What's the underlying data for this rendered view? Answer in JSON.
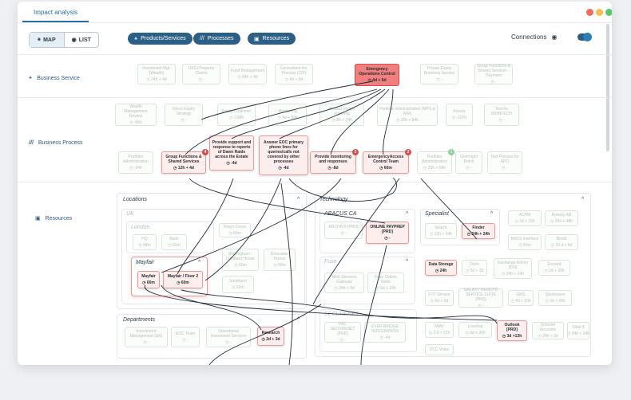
{
  "tab": "Impact analysis",
  "view": {
    "map": "MAP",
    "list": "LIST"
  },
  "filters": [
    "Products/Services",
    "Processes",
    "Resources"
  ],
  "connections": "Connections",
  "rows": {
    "service": "Business Service",
    "process": "Business Process",
    "resources": "Resources"
  },
  "services": [
    {
      "t": "Investment Mgt. (Wealth)",
      "m": "24h + 4d"
    },
    {
      "t": "UKGI Property Claims",
      "m": "-"
    },
    {
      "t": "Fund Management",
      "m": "84h + 4d"
    },
    {
      "t": "Centralised Inv. Process (CIP)",
      "m": "4d + 6d"
    },
    {
      "t": "Emergency Operations Control",
      "m": "4d + 6d"
    },
    {
      "t": "Private Equity Business Service",
      "m": "-"
    },
    {
      "t": "Group Functions & Shared Services - Payment",
      "m": "-"
    }
  ],
  "processes_top": [
    {
      "t": "Wealth Management Review",
      "m": "-66h"
    },
    {
      "t": "Direct Equity Strategy",
      "m": "-"
    },
    {
      "t": "Equity Customer",
      "m": "-108h"
    },
    {
      "t": "Monitoring",
      "m": "4d + 84h"
    },
    {
      "t": "Product Insight reporting",
      "m": "2h + 24h"
    },
    {
      "t": "Portfolio Administration (MPS & AIM)",
      "m": "20h + 84h"
    },
    {
      "t": "Assets",
      "m": "-107h"
    },
    {
      "t": "Test for BIONTECH",
      "m": "-"
    }
  ],
  "processes": [
    {
      "t": "Portfolio Administration",
      "m": "-24h"
    },
    {
      "t": "Group Functions & Shared Services",
      "m": "12h + 4d"
    },
    {
      "t": "Provide support and response to reports of Dawn Raids across the Estate",
      "m": "-4d"
    },
    {
      "t": "Answer EOC primary phone lines for queries/calls not covered by other processes",
      "m": "-4d"
    },
    {
      "t": "Provide monitoring and responses",
      "m": "-8d"
    },
    {
      "t": "EmergencyAccess Control Team",
      "m": "60m"
    },
    {
      "t": "Portfolio Administration",
      "m": "20h + 68h"
    },
    {
      "t": "Overnight Batch",
      "m": "-"
    },
    {
      "t": "Test Process for APO",
      "m": "-"
    }
  ],
  "locations": {
    "title": "Locations",
    "uk": "UK",
    "london": "London",
    "hq": "HQ",
    "hq_m": "48m",
    "bank": "Bank",
    "bank_m": "60m",
    "kings": "King's Cross",
    "kings_m": "60m",
    "birm": "Birmingham - Lumbard House",
    "birm_m": "60m",
    "doncaster": "Doncaster House",
    "doncaster_m": "60m",
    "southport": "Southport",
    "southport_m": "60m",
    "mayfair": "Mayfair",
    "mayfair1": "Mayfair",
    "mayfair1_m": "60m",
    "mayfair2": "Mayfair / Floor 2",
    "mayfair2_m": "60m"
  },
  "departments": {
    "title": "Departments",
    "im": "Investment Management (UK)",
    "eoc": "EOC Team",
    "ops": "Operational Investment Services",
    "research": "Research",
    "research_m": "2d + 3d"
  },
  "technology": {
    "title": "Technology",
    "abacus": "ABACUS CA",
    "archivs": "ARCHIVS [PRD]",
    "online": "ONLINE PAYPREP [PRD]",
    "online_m": "-",
    "specialist": "Specialist",
    "search": "Search",
    "search_m": "12h + 24h",
    "finder": "Finder",
    "finder_m": "24h + 24h",
    "fuse": "Fuse",
    "websvc": "Web Services Gateway",
    "websvc_m": "24h + 4d",
    "claims": "Fuse Claims Node",
    "claims_m": "5d + 24h",
    "storage": "Data Storage",
    "storage_m": "24h",
    "doris": "Doris",
    "doris_m": "5d + 3d",
    "exadmin": "Exchange Admin 2016",
    "exadmin_m": "24h + 24h",
    "acpm": "ACPM",
    "acpm_m": "2d + 22h",
    "annuity": "Annuity AR",
    "annuity_m": "10d + 48h",
    "bacs": "BACS Interface",
    "bacs_m": "60m",
    "bundl": "Bundl",
    "bundl_m": "10 d + 5d",
    "exceed": "Exceed",
    "exceed_m": "2d + 20h",
    "ftp": "FTP Service",
    "ftp_m": "5d + 3d",
    "galaxy": "GALAXY REMOTE SERVICE SUITE [PRD]",
    "gms": "GMS",
    "gms_m": "4d + 23h",
    "qs": "Quidessive",
    "qs_m": "3d + 20h",
    "securenet": "SECURENET",
    "pac": "PAC SECURENET [PRD]",
    "everbridge": "EVER BRIDGE INTEGRATION",
    "eb_m": "-4d",
    "iway": "IWAY",
    "iway_m": "3 d + 23h",
    "livechat": "Livechat",
    "livechat_m": "5d + 20h",
    "outlook": "Outlook [PRD]",
    "outlook_m": "3d +13h",
    "scheme": "Scheme Accounts",
    "scheme_m": "24h + 3d",
    "sibel": "Sibel 8",
    "sibel_m": "24h + 24h",
    "vcc": "VCC Voice"
  },
  "colors": {
    "accent": "#2c5f86",
    "critical": "#f07f7f",
    "impacted": "#fdeeee",
    "muted": "#b4c3ba"
  }
}
